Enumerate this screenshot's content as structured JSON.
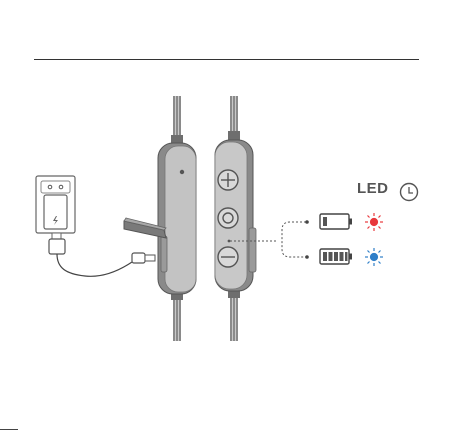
{
  "legend": {
    "led_label": "LED",
    "timer_icon": "clock-icon"
  },
  "charging_states": [
    {
      "battery": "battery-low-icon",
      "led": "led-red-icon",
      "led_color": "#e8383d"
    },
    {
      "battery": "battery-full-icon",
      "led": "led-blue-icon",
      "led_color": "#2f7fc9"
    }
  ],
  "controls": [
    "volume-up-button",
    "multifunction-button",
    "volume-down-button"
  ],
  "colors": {
    "line": "#555555",
    "cable": "#8a8a8a",
    "body": "#bdbdbd",
    "body_dark": "#7d7d7d"
  }
}
